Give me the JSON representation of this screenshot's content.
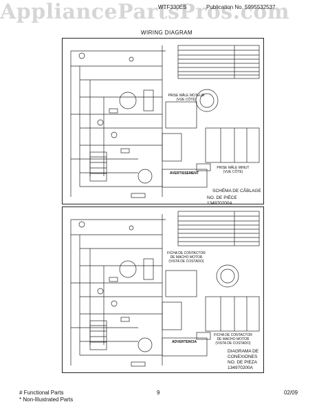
{
  "watermark": {
    "text": "AppliancePartsPros.com"
  },
  "header": {
    "model": "WTF330ES",
    "publication": "Publication No. 5995532537",
    "title": "WIRING DIAGRAM"
  },
  "top_sheet": {
    "plug_label": "PRISE MÂLE MOTEUR\n(VUE CÔTÉ)",
    "plug_label_2": "PRISE MÂLE MINUT\n(VUE CÔTÉ)",
    "warning": "AVERTISSEMENT",
    "schema_title": "SCHÉMA DE CÂBLAGE",
    "schema_part": "NO. DE PIÈCE 134970200A"
  },
  "bottom_sheet": {
    "plug_label": "FICHA DE CONTACTOR\nDE MACHO MOTOR\n(VISTA DE COSTADO)",
    "plug_label_2": "FICHA DE CONTACTOR\nDE MACHO MOTOR\n(VISTA DE COSTADO)",
    "warning": "ADVERTENCIA",
    "schema_title": "DIAGRAMA DE\nCONEXIONES",
    "schema_part": "NO. DE PIEZA\n134970200A"
  },
  "footer": {
    "note_1": "# Functional Parts",
    "note_2": "* Non-Illustrated Parts",
    "page": "9",
    "date": "02/09"
  }
}
